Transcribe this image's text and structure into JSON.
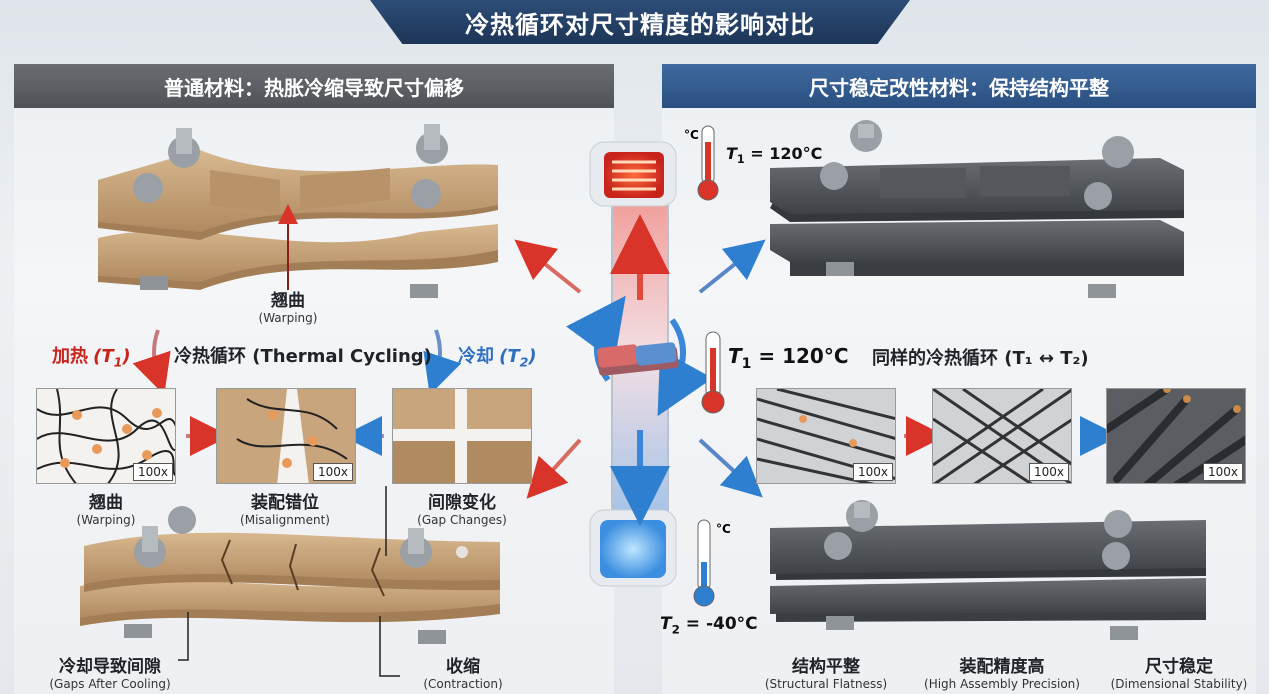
{
  "title": "冷热循环对尺寸精度的影响对比",
  "left_panel": {
    "header": "普通材料：热胀冷缩导致尺寸偏移",
    "warp_top": {
      "cn": "翘曲",
      "en": "(Warping)"
    },
    "heat_label": "加热",
    "heat_sym": "T",
    "heat_sub": "1",
    "cycle_label": "冷热循环 (Thermal Cycling)",
    "cool_label": "冷却",
    "cool_sym": "T",
    "cool_sub": "2",
    "thumbs": [
      {
        "mag": "100x",
        "cn": "翘曲",
        "en": "(Warping)"
      },
      {
        "mag": "100x",
        "cn": "装配错位",
        "en": "(Misalignment)"
      },
      {
        "mag": "",
        "cn": "间隙变化",
        "en": "(Gap Changes)"
      }
    ],
    "bottom_left": {
      "cn": "冷却导致间隙",
      "en": "(Gaps After Cooling)"
    },
    "bottom_right": {
      "cn": "收缩",
      "en": "(Contraction)"
    }
  },
  "right_panel": {
    "header": "尺寸稳定改性材料：保持结构平整",
    "temp_top": {
      "sym": "T",
      "sub": "1",
      "val": " = 120°C"
    },
    "temp_mid": {
      "sym": "T",
      "sub": "1",
      "val": " = 120°C"
    },
    "same_cycle": "同样的冷热循环 (T₁ ↔ T₂)",
    "thumbs": [
      {
        "mag": "100x"
      },
      {
        "mag": "100x"
      },
      {
        "mag": "100x"
      }
    ],
    "bottom_labels": [
      {
        "cn": "结构平整",
        "en": "(Structural Flatness)"
      },
      {
        "cn": "装配精度高",
        "en": "(High Assembly Precision)"
      },
      {
        "cn": "尺寸稳定",
        "en": "(Dimensional Stability)"
      }
    ]
  },
  "center": {
    "deg_c_top": "°C",
    "deg_c_bottom": "°C",
    "temp_bottom": {
      "sym": "T",
      "sub": "2",
      "val": " = -40°C"
    }
  },
  "colors": {
    "title_bg": "#1d3557",
    "left_head": "#5a5e62",
    "right_head": "#2f5688",
    "hot": "#d8342a",
    "cold": "#2f7fd0",
    "beige": "#c9a57e",
    "steel": "#4b4f53"
  }
}
